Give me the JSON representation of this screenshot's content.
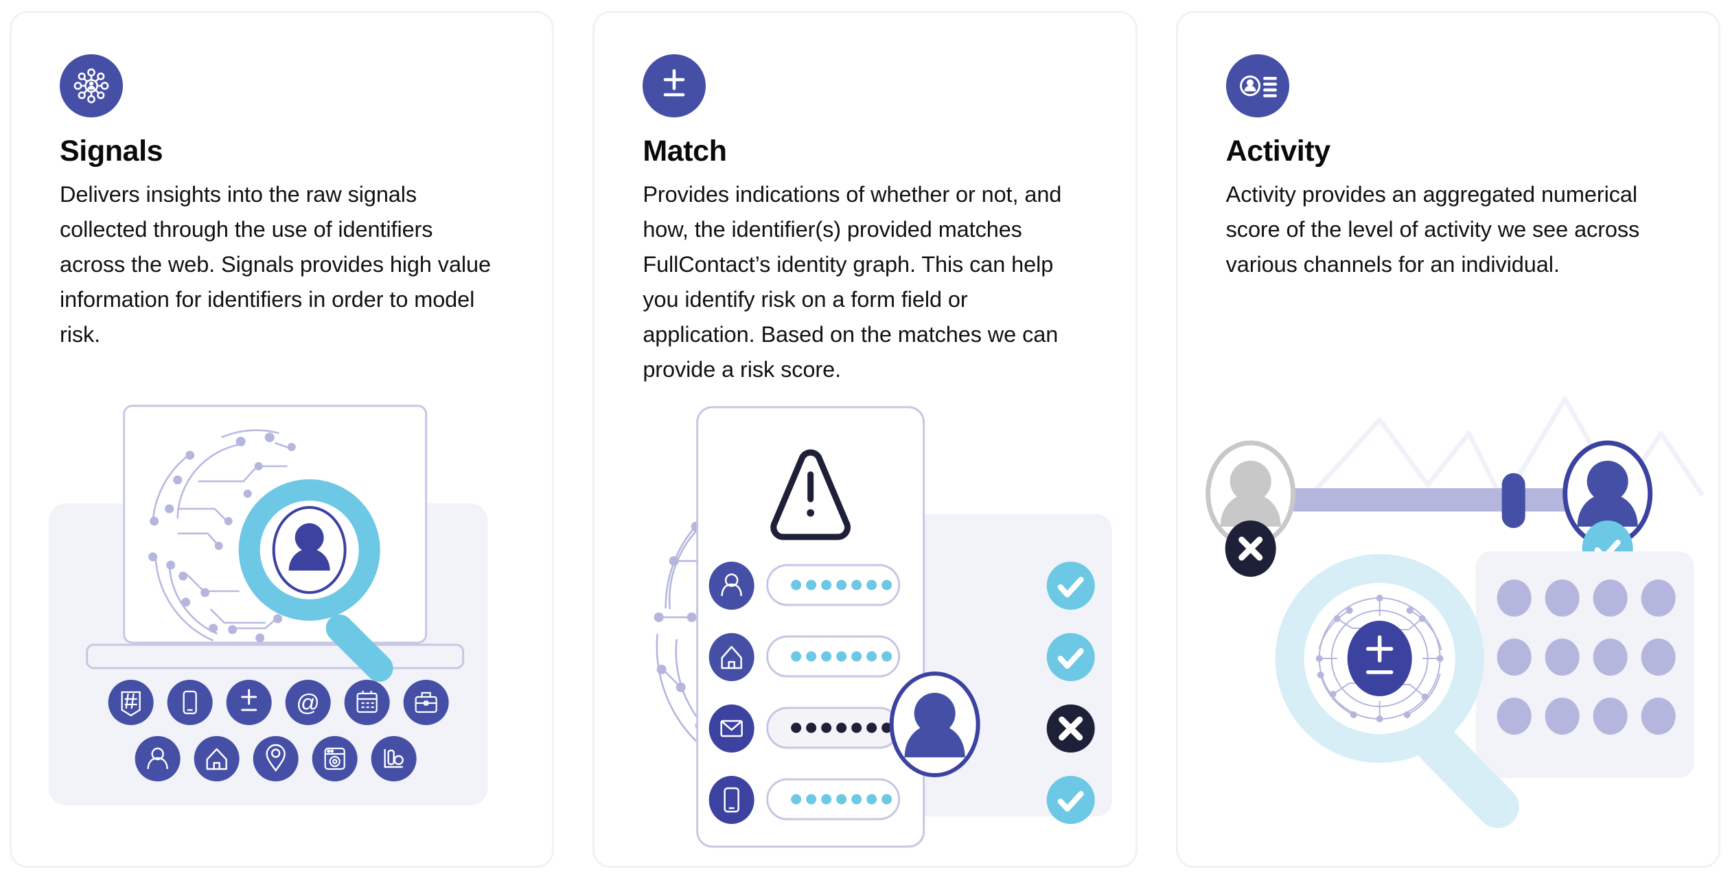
{
  "palette": {
    "primary_purple": "#454FA5",
    "deep_purple": "#3C42A0",
    "light_blue": "#6CC8E4",
    "pale_blue": "#D7EEF7",
    "lavender": "#B5B6DE",
    "panel_gray": "#F1F3F8",
    "dark_navy": "#1E2038",
    "card_border": "#F1F2F7",
    "gray_avatar": "#C8C8C8"
  },
  "cards": [
    {
      "id": "signals",
      "icon_name": "network-hub-person-icon",
      "title": "Signals",
      "body": "Delivers insights into the raw signals collected through the use of identifiers across the web. Signals provides high value information for identifiers in order to model risk.",
      "illustration_name": "laptop-identity-search-illustration",
      "badges_row_1": [
        "hash-social-icon",
        "mobile-phone-icon",
        "plus-minus-icon",
        "at-email-icon",
        "calendar-icon",
        "briefcase-icon"
      ],
      "badges_row_2": [
        "person-icon",
        "home-icon",
        "location-pin-icon",
        "browser-settings-icon",
        "analytics-chart-icon"
      ]
    },
    {
      "id": "match",
      "icon_name": "plus-minus-icon",
      "title": "Match",
      "body": "Provides indications of whether or not, and how, the identifier(s) provided matches FullContact’s identity graph. This can help you identify risk on a form field or application. Based on the matches we can provide a risk score.",
      "illustration_name": "identity-form-match-illustration",
      "form_rows": [
        {
          "icon_name": "person-icon",
          "masked_value": "•••••••",
          "status": "check",
          "filled": false
        },
        {
          "icon_name": "home-icon",
          "masked_value": "•••••••",
          "status": "check",
          "filled": false
        },
        {
          "icon_name": "envelope-icon",
          "masked_value": "•••••••",
          "status": "cross",
          "filled": true
        },
        {
          "icon_name": "mobile-phone-icon",
          "masked_value": "•••••••",
          "status": "check",
          "filled": false
        }
      ],
      "alert_icon_name": "warning-triangle-icon"
    },
    {
      "id": "activity",
      "icon_name": "person-id-card-icon",
      "title": "Activity",
      "body": "Activity provides an aggregated numerical score of the level of activity we see across various channels for an individual.",
      "illustration_name": "activity-score-magnifier-illustration",
      "left_avatar_status": "cross",
      "right_avatar_status": "check",
      "magnifier_center_icon_name": "plus-minus-icon",
      "calendar_dot_rows": 3,
      "calendar_dot_cols": 4
    }
  ]
}
